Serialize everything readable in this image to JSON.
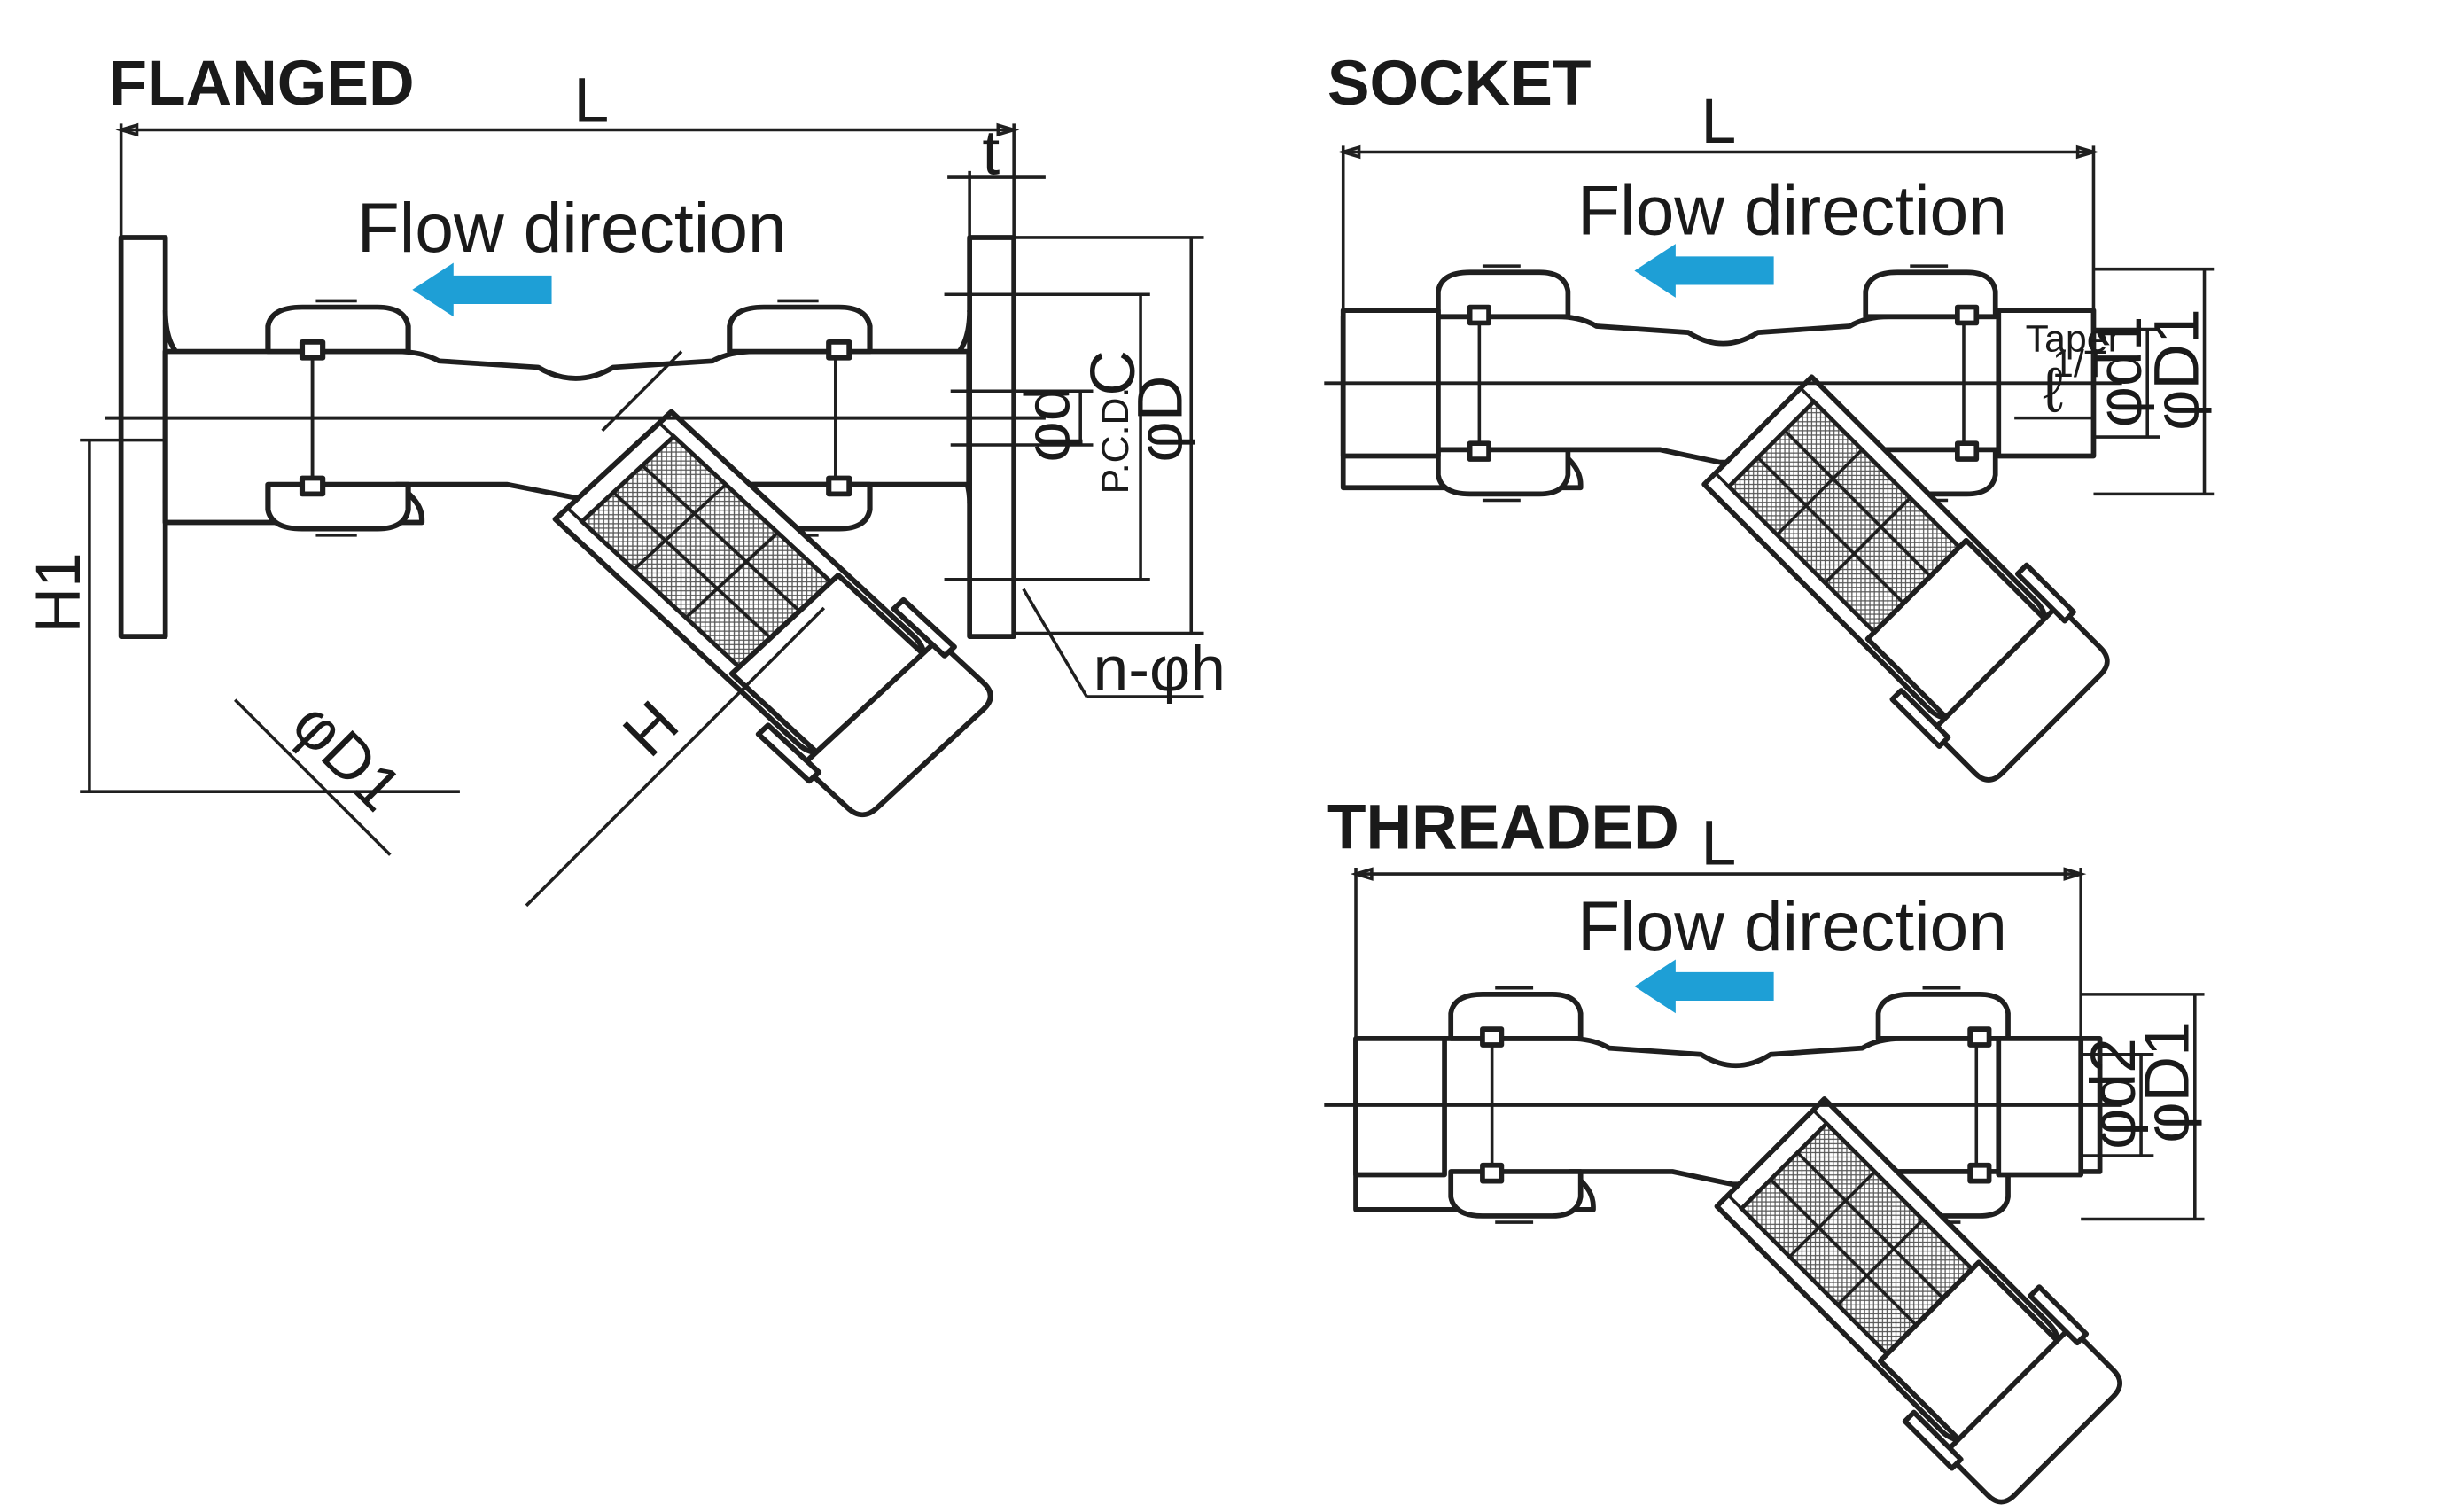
{
  "colors": {
    "flow_arrow": "#1e9fd6",
    "line": "#1f1f1f"
  },
  "flanged": {
    "title": "FLANGED",
    "flow_label": "Flow direction",
    "dims": {
      "length": "L",
      "flange_thickness": "t",
      "bore": "φd",
      "pcd_prefix": "P.C.D.",
      "pcd": "C",
      "flange_od": "φD",
      "bolt_holes": "n-φh",
      "height1": "H1",
      "cap_dia": "φD1",
      "height": "H"
    }
  },
  "socket": {
    "title": "SOCKET",
    "flow_label": "Flow direction",
    "dims": {
      "length": "L",
      "taper": "Taper",
      "taper_ratio": "1/T",
      "socket_depth": "ℓ",
      "socket_bore": "φd1",
      "outer_dia": "φD1"
    }
  },
  "threaded": {
    "title": "THREADED",
    "flow_label": "Flow direction",
    "dims": {
      "length": "L",
      "thread_dia": "φd2",
      "outer_dia": "φD1"
    }
  }
}
